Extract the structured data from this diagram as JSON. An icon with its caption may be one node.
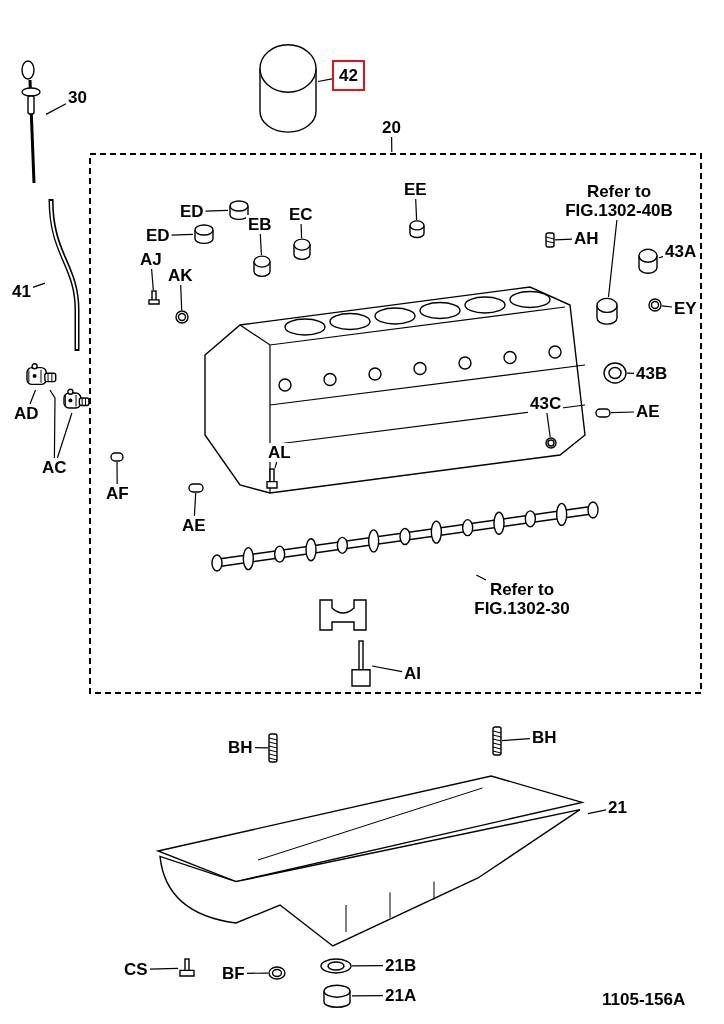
{
  "diagram": {
    "nodes": [
      {
        "text": [],
        "shape": "cylinder"
      },
      {
        "text": [
          "42"
        ]
      },
      {
        "text": [],
        "shape": "picture"
      },
      {
        "text": [
          "30"
        ]
      },
      {
        "text": [],
        "shape": "picture"
      },
      {
        "text": [
          "41"
        ]
      },
      {
        "text": [],
        "shape": "box"
      },
      {
        "text": [],
        "shape": "cylinder",
        "in": 6
      },
      {
        "text": [
          "ED"
        ],
        "in": 6
      },
      {
        "text": [],
        "shape": "cylinder",
        "in": 6
      },
      {
        "text": [
          "ED"
        ],
        "in": 6
      },
      {
        "text": [],
        "shape": "cylinder",
        "in": 6
      },
      {
        "text": [
          "EB"
        ],
        "in": 6
      },
      {
        "text": [],
        "shape": "cylinder",
        "in": 6
      },
      {
        "text": [
          "EC"
        ],
        "in": 6
      },
      {
        "text": [],
        "shape": "cylinder",
        "in": 6
      },
      {
        "text": [
          "EE"
        ],
        "in": 6
      },
      {
        "text": [],
        "shape": "picture",
        "in": 6
      },
      {
        "text": [
          "AJ"
        ],
        "in": 6
      },
      {
        "text": [],
        "shape": "circle",
        "in": 6
      },
      {
        "text": [
          "AK"
        ],
        "in": 6
      },
      {
        "text": [],
        "shape": "picture",
        "in": 6
      },
      {
        "text": [
          "AH"
        ],
        "in": 6
      },
      {
        "text": [],
        "shape": "cylinder",
        "in": 6
      },
      {
        "text": [
          "Refer to FIG.1302-40B"
        ],
        "in": 6
      },
      {
        "text": [],
        "shape": "cylinder",
        "in": 6
      },
      {
        "text": [
          "43A"
        ],
        "in": 6
      },
      {
        "text": [],
        "shape": "circle",
        "in": 6
      },
      {
        "text": [
          "EY"
        ],
        "in": 6
      },
      {
        "text": [],
        "shape": "circle",
        "in": 6
      },
      {
        "text": [
          "43B"
        ],
        "in": 6
      },
      {
        "text": [],
        "shape": "circle",
        "in": 6
      },
      {
        "text": [
          "43C"
        ],
        "in": 6
      },
      {
        "text": [],
        "shape": "bar",
        "in": 6
      },
      {
        "text": [
          "AE"
        ],
        "in": 6
      },
      {
        "text": [],
        "shape": "picture",
        "in": 6
      },
      {
        "text": [
          "AL"
        ],
        "in": 6
      },
      {
        "text": [],
        "shape": "picture",
        "in": 6
      },
      {
        "text": [
          "Refer to FIG.1302-30"
        ],
        "in": 6
      },
      {
        "text": [],
        "shape": "picture",
        "in": 6
      },
      {
        "text": [
          "AI"
        ],
        "in": 6
      },
      {
        "text": [],
        "shape": "bar",
        "in": 6
      },
      {
        "text": [
          "AF"
        ],
        "in": 6
      },
      {
        "text": [],
        "shape": "bar",
        "in": 6
      },
      {
        "text": [
          "AE"
        ],
        "in": 6
      },
      {
        "text": [],
        "shape": "picture"
      },
      {
        "text": [],
        "shape": "picture"
      },
      {
        "text": [
          "AD"
        ]
      },
      {
        "text": [
          "AC"
        ]
      },
      {
        "text": [],
        "shape": "picture"
      },
      {
        "text": [
          "BH"
        ]
      },
      {
        "text": [],
        "shape": "picture"
      },
      {
        "text": [
          "21"
        ]
      },
      {
        "text": [],
        "shape": "picture"
      },
      {
        "text": [
          "BH"
        ]
      },
      {
        "text": [],
        "shape": "picture"
      },
      {
        "text": [
          "CS"
        ]
      },
      {
        "text": [],
        "shape": "circle"
      },
      {
        "text": [
          "BF"
        ]
      },
      {
        "text": [],
        "shape": "circle"
      },
      {
        "text": [
          "21B"
        ]
      },
      {
        "text": [],
        "shape": "cylinder"
      },
      {
        "text": [
          "21A"
        ]
      },
      {
        "text": [
          "20"
        ]
      }
    ],
    "edges": [
      {
        "from": 1,
        "to": 0,
        "arrow": "none"
      },
      {
        "from": 3,
        "to": 2,
        "arrow": "none"
      },
      {
        "from": 5,
        "to": 4,
        "arrow": "none"
      },
      {
        "from": 8,
        "to": 7,
        "arrow": "none"
      },
      {
        "from": 10,
        "to": 9,
        "arrow": "none"
      },
      {
        "from": 12,
        "to": 11,
        "arrow": "none"
      },
      {
        "from": 14,
        "to": 13,
        "arrow": "none"
      },
      {
        "from": 16,
        "to": 15,
        "arrow": "none"
      },
      {
        "from": 18,
        "to": 17,
        "arrow": "none"
      },
      {
        "from": 20,
        "to": 19,
        "arrow": "none"
      },
      {
        "from": 22,
        "to": 21,
        "arrow": "none"
      },
      {
        "from": 24,
        "to": 23,
        "arrow": "none"
      },
      {
        "from": 26,
        "to": 25,
        "arrow": "none"
      },
      {
        "from": 28,
        "to": 27,
        "arrow": "none"
      },
      {
        "from": 30,
        "to": 29,
        "arrow": "none"
      },
      {
        "from": 32,
        "to": 31,
        "arrow": "none"
      },
      {
        "from": 34,
        "to": 33,
        "arrow": "none"
      },
      {
        "from": 36,
        "to": 35,
        "arrow": "none"
      },
      {
        "from": 38,
        "to": 37,
        "arrow": "none"
      },
      {
        "from": 40,
        "to": 39,
        "arrow": "none"
      },
      {
        "from": 42,
        "to": 41,
        "arrow": "none"
      },
      {
        "from": 44,
        "to": 43,
        "arrow": "none"
      },
      {
        "from": 47,
        "to": 45,
        "arrow": "none"
      },
      {
        "from": 48,
        "to": 45,
        "arrow": "none"
      },
      {
        "from": 48,
        "to": 46,
        "arrow": "none"
      },
      {
        "from": 50,
        "to": 49,
        "arrow": "none"
      },
      {
        "from": 52,
        "to": 51,
        "arrow": "none"
      },
      {
        "from": 54,
        "to": 53,
        "arrow": "none"
      },
      {
        "from": 56,
        "to": 55,
        "arrow": "none"
      },
      {
        "from": 58,
        "to": 57,
        "arrow": "none"
      },
      {
        "from": 60,
        "to": 59,
        "arrow": "none"
      },
      {
        "from": 62,
        "to": 61,
        "arrow": "none"
      },
      {
        "from": 63,
        "to": 6,
        "arrow": "none"
      }
    ],
    "labels": [
      "1105-156A"
    ]
  }
}
